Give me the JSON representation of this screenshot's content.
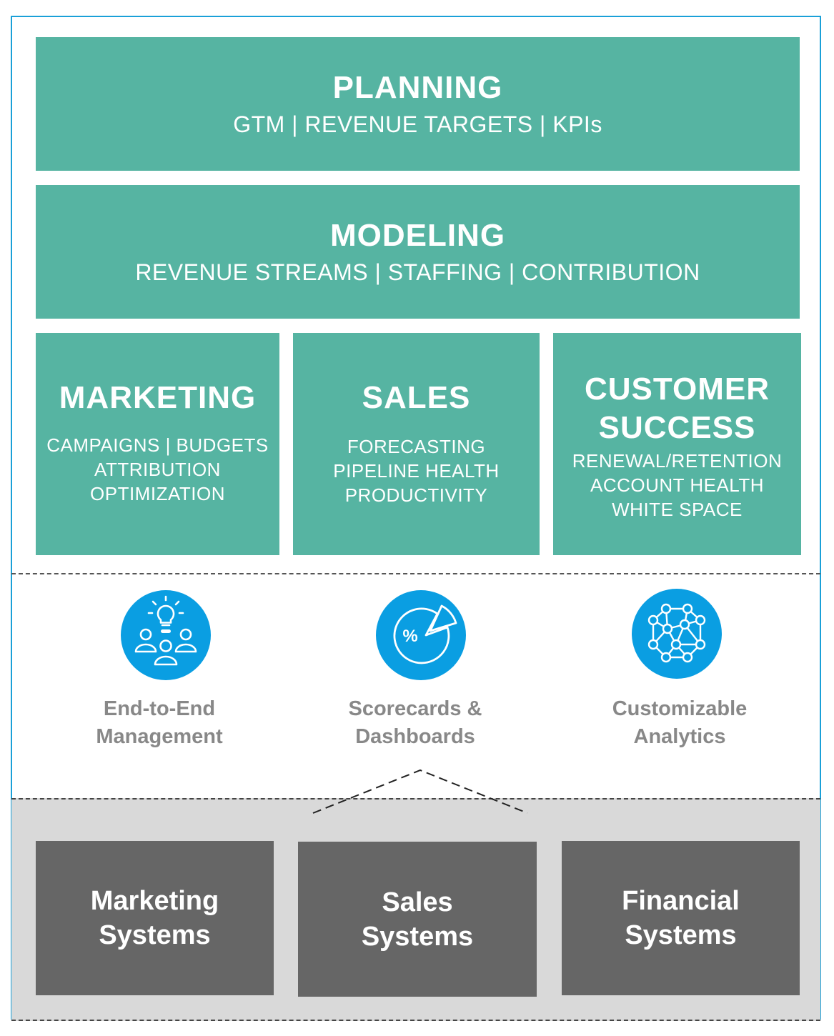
{
  "planning": {
    "title": "PLANNING",
    "subtitle": "GTM | REVENUE TARGETS | KPIs"
  },
  "modeling": {
    "title": "MODELING",
    "subtitle": "REVENUE STREAMS | STAFFING | CONTRIBUTION"
  },
  "columns": [
    {
      "title_lines": [
        "MARKETING"
      ],
      "lines": [
        "CAMPAIGNS | BUDGETS",
        "ATTRIBUTION",
        "OPTIMIZATION"
      ]
    },
    {
      "title_lines": [
        "SALES"
      ],
      "lines": [
        "FORECASTING",
        "PIPELINE HEALTH",
        "PRODUCTIVITY"
      ]
    },
    {
      "title_lines": [
        "CUSTOMER",
        "SUCCESS"
      ],
      "lines": [
        "RENEWAL/RETENTION",
        "ACCOUNT HEALTH",
        "WHITE SPACE"
      ]
    }
  ],
  "features": [
    {
      "icon": "team-idea-icon",
      "lines": [
        "End-to-End",
        "Management"
      ]
    },
    {
      "icon": "pie-chart-percent-icon",
      "lines": [
        "Scorecards &",
        "Dashboards"
      ]
    },
    {
      "icon": "network-globe-icon",
      "lines": [
        "Customizable",
        "Analytics"
      ]
    }
  ],
  "systems": [
    {
      "lines": [
        "Marketing",
        "Systems"
      ]
    },
    {
      "lines": [
        "Sales",
        "Systems"
      ]
    },
    {
      "lines": [
        "Financial",
        "Systems"
      ]
    }
  ],
  "icon_percent_symbol": "%",
  "colors": {
    "teal": "#56b4a2",
    "icon_blue": "#0a9ee2",
    "frame_blue": "#1aa0d8",
    "label_gray": "#888888",
    "system_gray": "#666666",
    "band_gray": "#d9d9d9"
  }
}
